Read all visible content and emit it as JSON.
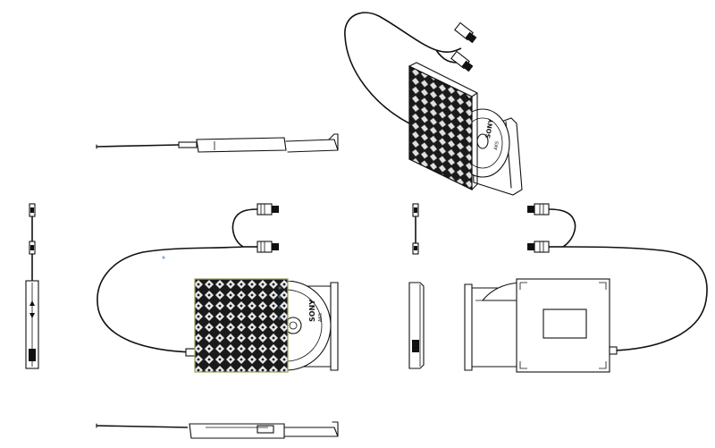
{
  "drawing": {
    "views": [
      {
        "id": "iso",
        "name": "isometric-view"
      },
      {
        "id": "top",
        "name": "top-edge-view"
      },
      {
        "id": "bottom",
        "name": "bottom-edge-view"
      },
      {
        "id": "left",
        "name": "left-side-view"
      },
      {
        "id": "front",
        "name": "front-view"
      },
      {
        "id": "right",
        "name": "right-side-view"
      },
      {
        "id": "back",
        "name": "back-view"
      }
    ],
    "disc_label": "SONY",
    "disc_sublabel": "AKS",
    "colors": {
      "line": "#111111",
      "background": "#ffffff",
      "selection": "#b8b86a",
      "cursor": "#5a86c8"
    }
  }
}
